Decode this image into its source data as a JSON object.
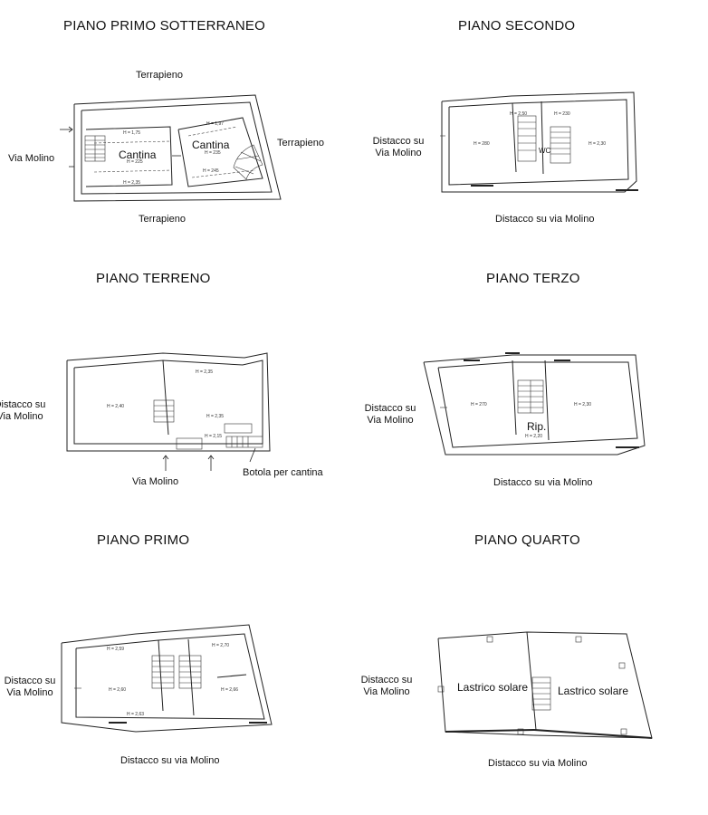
{
  "floors": {
    "interrato": {
      "title": "PIANO PRIMO SOTTERRANEO",
      "labels": {
        "top": "Terrapieno",
        "right": "Terrapieno",
        "bottom": "Terrapieno",
        "left": "Via Molino"
      },
      "rooms": [
        "Cantina",
        "Cantina"
      ],
      "heights": [
        "H = 1,75",
        "H = 1,97",
        "H = 225",
        "H = 235",
        "H = 245",
        "H = 2,35"
      ]
    },
    "secondo": {
      "title": "PIANO SECONDO",
      "labels": {
        "left": "Distacco su Via Molino",
        "bottom": "Distacco su via Molino"
      },
      "rooms": [
        "WC"
      ],
      "heights": [
        "H = 280",
        "H = 2,50",
        "H = 230",
        "H = 2,30"
      ]
    },
    "terreno": {
      "title": "PIANO TERRENO",
      "labels": {
        "left": "Distacco su Via Molino",
        "bottom": "Via Molino",
        "right": "Botola per cantina"
      },
      "heights": [
        "H = 2,40",
        "H = 2,35",
        "H = 2,35",
        "H = 2,15"
      ]
    },
    "terzo": {
      "title": "PIANO TERZO",
      "labels": {
        "left": "Distacco su Via Molino",
        "bottom": "Distacco su via Molino"
      },
      "rooms": [
        "Rip."
      ],
      "heights": [
        "H = 270",
        "H = 2,30",
        "H = 2,20"
      ]
    },
    "primo": {
      "title": "PIANO PRIMO",
      "labels": {
        "left": "Distacco su Via Molino",
        "bottom": "Distacco su via Molino"
      },
      "heights": [
        "H = 2,59",
        "H = 2,60",
        "H = 2,70",
        "H = 2,66",
        "H = 2,63"
      ]
    },
    "quarto": {
      "title": "PIANO QUARTO",
      "labels": {
        "left": "Distacco su Via Molino",
        "bottom": "Distacco su via Molino"
      },
      "rooms": [
        "Lastrico solare",
        "Lastrico solare"
      ]
    }
  }
}
